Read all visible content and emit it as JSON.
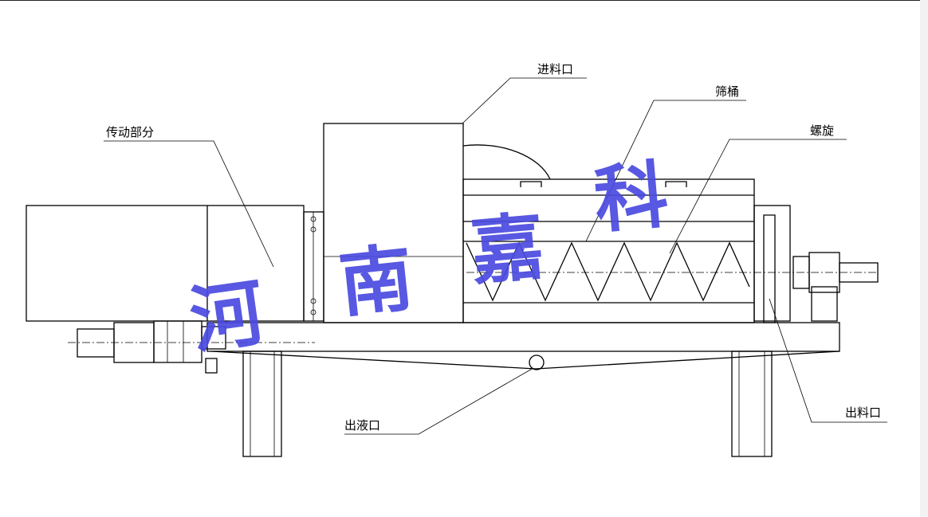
{
  "labels": {
    "drive": "传动部分",
    "feed_inlet": "进料口",
    "screen_drum": "筛桶",
    "screw": "螺旋",
    "liquid_outlet": "出液口",
    "discharge_outlet": "出料口"
  },
  "watermark": [
    "河",
    "南",
    "嘉",
    "科"
  ],
  "colors": {
    "line": "#000000",
    "watermark": "#4a4ae0",
    "background": "#ffffff"
  }
}
